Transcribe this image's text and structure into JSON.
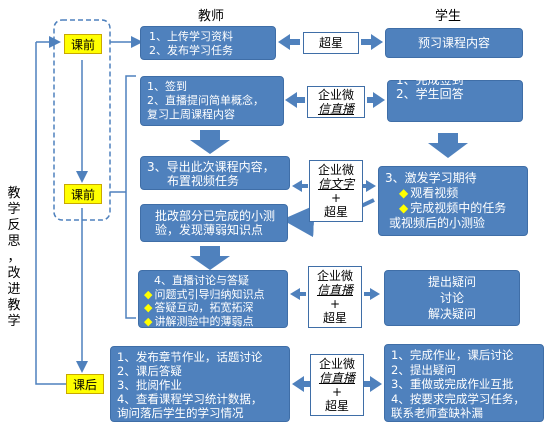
{
  "headers": {
    "teacher": "教师",
    "student": "学生"
  },
  "phases": {
    "pre": "课前",
    "in": "课前",
    "post": "课后"
  },
  "side_text": [
    "教",
    "学",
    "反",
    "思",
    "，",
    "改",
    "进",
    "教",
    "学"
  ],
  "rows": [
    {
      "teacher": [
        "1、上传学习资料",
        "2、发布学习任务"
      ],
      "platform": [
        "超星"
      ],
      "student": [
        "预习课程内容"
      ]
    },
    {
      "teacher": [
        "1、签到",
        "2、直播提问简单概念，",
        "复习上周课程内容"
      ],
      "platform": [
        "企业微",
        "信直播"
      ],
      "student": [
        "1、完成签到",
        "2、学生回答"
      ]
    },
    {
      "teacher": [
        "3、导出此次课程内容，",
        "布置视频任务"
      ],
      "platform": [
        "企业微",
        "信文字",
        "+",
        "超星"
      ],
      "student_title": "3、激发学习期待",
      "student_bullets": [
        "观看视频",
        "完成视频中的任务"
      ],
      "student_tail": "或视频后的小测验"
    },
    {
      "teacher": [
        "批改部分已完成的小测",
        "验，发现薄弱知识点"
      ]
    },
    {
      "teacher_title": "4、直播讨论与答疑",
      "teacher_bullets": [
        "问题式引导归纳知识点",
        "答疑互动，拓宽拓深",
        "讲解测验中的薄弱点"
      ],
      "platform": [
        "企业微",
        "信直播",
        "+",
        "超星"
      ],
      "student": [
        "提出疑问",
        "讨论",
        "解决疑问"
      ]
    },
    {
      "teacher": [
        "1、发布章节作业，话题讨论",
        "2、课后答疑",
        "3、批阅作业",
        "4、查看课程学习统计数据，",
        "询问落后学生的学习情况"
      ],
      "platform": [
        "企业微",
        "信直播",
        "+",
        "超星"
      ],
      "student": [
        "1、完成作业，课后讨论",
        "2、提出疑问",
        "3、重做或完成作业互批",
        "4、按要求完成学习任务，",
        "联系老师查缺补漏"
      ]
    }
  ]
}
